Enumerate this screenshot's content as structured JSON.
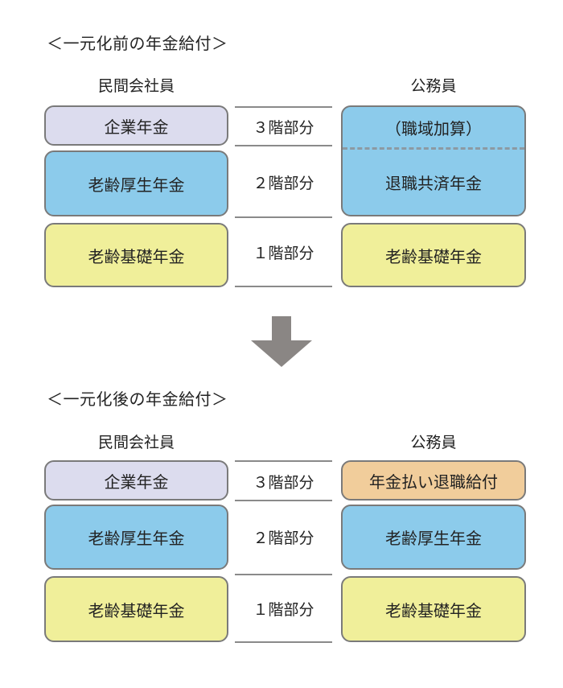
{
  "colors": {
    "corporate_pension": "#dcdcee",
    "employee_pension": "#8ccbeb",
    "basic_pension": "#f0ef9a",
    "annuity_retirement": "#f1cd9b",
    "border": "#7a7a7a",
    "arrow": "#8a8684"
  },
  "before": {
    "heading": "＜一元化前の年金給付＞",
    "left_label": "民間会社員",
    "right_label": "公務員",
    "tiers": [
      "３階部分",
      "２階部分",
      "１階部分"
    ],
    "left_boxes": [
      "企業年金",
      "老齢厚生年金",
      "老齢基礎年金"
    ],
    "right_boxes": {
      "tier3": "（職域加算）",
      "tier2": "退職共済年金",
      "tier1": "老齢基礎年金"
    }
  },
  "arrow": {
    "icon": "down-arrow-icon"
  },
  "after": {
    "heading": "＜一元化後の年金給付＞",
    "left_label": "民間会社員",
    "right_label": "公務員",
    "tiers": [
      "３階部分",
      "２階部分",
      "１階部分"
    ],
    "left_boxes": [
      "企業年金",
      "老齢厚生年金",
      "老齢基礎年金"
    ],
    "right_boxes": [
      "年金払い退職給付",
      "老齢厚生年金",
      "老齢基礎年金"
    ]
  }
}
